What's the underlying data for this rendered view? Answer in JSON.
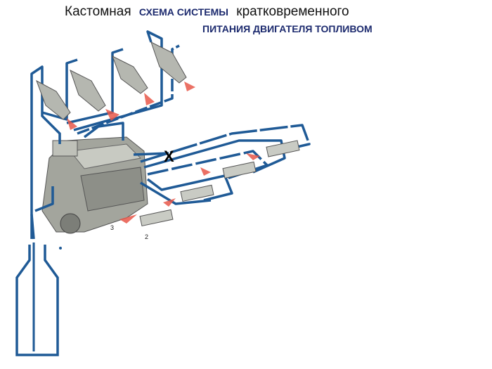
{
  "title": {
    "part1": "Кастомная",
    "part2": "СХЕМА СИСТЕМЫ",
    "part3": "кратковременного",
    "line2": "ПИТАНИЯ ДВИГАТЕЛЯ ТОПЛИВОМ"
  },
  "diagram": {
    "label_pump": "3",
    "label_injector": "2",
    "blocked_mark": "X",
    "colors": {
      "pipe": "#1f5a96",
      "spray": "#e8584a",
      "engine": "#9a9c94"
    }
  }
}
